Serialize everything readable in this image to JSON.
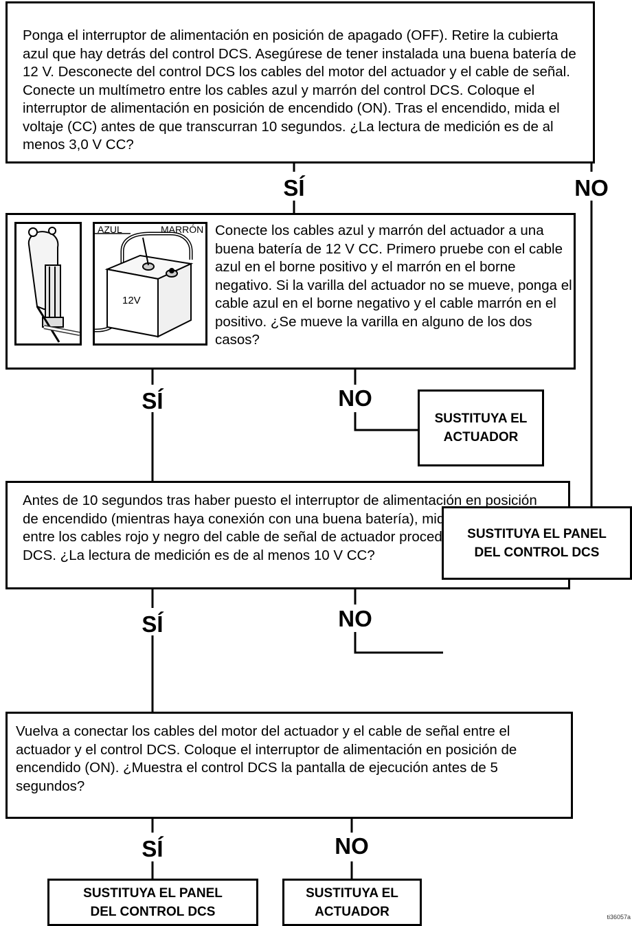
{
  "nodes": {
    "q1": "Ponga el interruptor de alimentación en posición de apagado (OFF). Retire la cubierta azul que hay detrás del control DCS. Asegúrese de tener instalada una buena batería de 12 V. Desconecte del control DCS los cables del motor del actuador y el cable de señal. Conecte un multímetro entre los cables azul y marrón del control DCS. Coloque el interruptor de alimentación en posición de encendido (ON). Tras el encendido, mida el voltaje (CC) antes de que transcurran 10 segundos. ¿La lectura de medición es de al menos 3,0 V CC?",
    "q2": "Conecte los cables azul y marrón del actuador a una buena batería de 12 V CC. Primero pruebe con el cable azul en el borne positivo y el marrón en el borne negativo. Si la varilla del actuador no se mueve, ponga el cable azul en el borne negativo y el cable marrón en el positivo. ¿Se mueve la varilla en alguno de los dos casos?",
    "q3": "Antes de 10 segundos tras haber puesto el interruptor de alimentación en posición de encendido (mientras haya conexión con una buena batería), mida el voltaje (CC) entre los cables rojo y negro del cable de señal de actuador procedente del control DCS. ¿La lectura de medición es de al menos 10 V CC?",
    "q4": "Vuelva a conectar los cables del motor del actuador y el cable de señal entre el actuador y el control DCS. Coloque el interruptor de alimentación en posición de encendido (ON). ¿Muestra el control DCS la pantalla de ejecución antes de 5 segundos?"
  },
  "actions": {
    "replace_actuator_1": [
      "SUSTITUYA EL",
      "ACTUADOR"
    ],
    "replace_panel_1": [
      "SUSTITUYA EL PANEL",
      "DEL CONTROL DCS"
    ],
    "replace_panel_2": [
      "SUSTITUYA EL PANEL",
      "DEL CONTROL DCS"
    ],
    "replace_actuator_2": [
      "SUSTITUYA EL",
      "ACTUADOR"
    ]
  },
  "labels": {
    "yes": "SÍ",
    "no": "NO"
  },
  "illustration": {
    "wire_blue": "AZUL",
    "wire_brown": "MARRÓN",
    "battery": "12V"
  },
  "figure_ref": "ti36057a"
}
